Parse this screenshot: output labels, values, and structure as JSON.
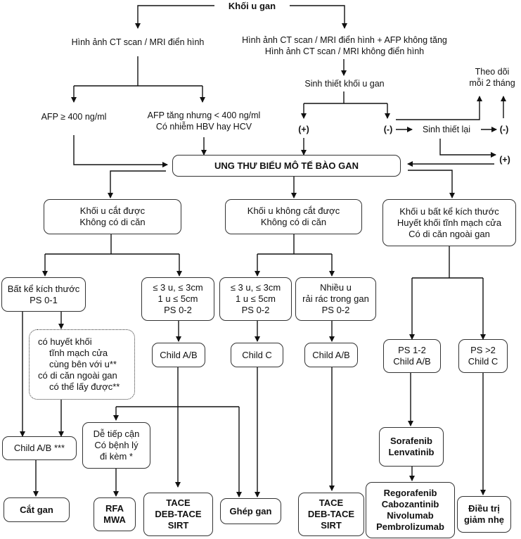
{
  "title": "Khối u gan",
  "imaging_typical": "Hình ảnh CT scan / MRI điển hình",
  "imaging_atypical": [
    "Hình ảnh CT scan / MRI điển hình + AFP không tăng",
    "Hình ảnh CT scan / MRI không điển hình"
  ],
  "afp_high": "AFP ≥ 400 ng/ml",
  "afp_mid": [
    "AFP tăng nhưng < 400 ng/ml",
    "Có nhiễm HBV hay HCV"
  ],
  "biopsy": "Sinh thiết khối u gan",
  "follow_up": [
    "Theo dõi",
    "mỗi 2 tháng"
  ],
  "positive": "(+)",
  "negative": "(-)",
  "rebiopsy": "Sinh thiết lại",
  "rebiopsy_negative": "(-)",
  "rebiopsy_positive": "(+)",
  "diagnosis": "UNG THƯ BIỂU MÔ TẾ BÀO GAN",
  "branch_resectable": [
    "Khối u cắt được",
    "Không có di căn"
  ],
  "branch_unresectable": [
    "Khối u không cắt được",
    "Không có di căn"
  ],
  "branch_advanced": [
    "Khối u bất kể kích thước",
    "Huyết khối tĩnh mạch cửa",
    "Có di căn ngoài gan"
  ],
  "any_size": [
    "Bất kể kích thước",
    "PS 0-1"
  ],
  "small_tumor_a": [
    "≤ 3 u, ≤ 3cm",
    "1 u ≤ 5cm",
    "PS 0-2"
  ],
  "small_tumor_b": [
    "≤ 3 u, ≤ 3cm",
    "1 u ≤ 5cm",
    "PS 0-2"
  ],
  "multiple_tumors": [
    "Nhiều u",
    "rải rác trong gan",
    "PS 0-2"
  ],
  "thrombus_note": [
    "có huyết khối",
    "tĩnh mạch cửa",
    "cùng bên với u**",
    "có di căn ngoài gan",
    "có thể lấy được**"
  ],
  "child_ab_1": "Child A/B",
  "child_c": "Child C",
  "child_ab_2": "Child A/B",
  "ps12": [
    "PS 1-2",
    "Child A/B"
  ],
  "ps2": [
    "PS >2",
    "Child C"
  ],
  "child_ab_resect": "Child A/B ***",
  "accessible": [
    "Dễ tiếp cận",
    "Có bệnh lý",
    "đi kèm *"
  ],
  "targeted_first": [
    "Sorafenib",
    "Lenvatinib"
  ],
  "treatments": {
    "resection": "Cắt gan",
    "ablation": [
      "RFA",
      "MWA"
    ],
    "tace_a": [
      "TACE",
      "DEB-TACE",
      "SIRT"
    ],
    "transplant": "Ghép gan",
    "tace_b": [
      "TACE",
      "DEB-TACE",
      "SIRT"
    ],
    "second_line": [
      "Regorafenib",
      "Cabozantinib",
      "Nivolumab",
      "Pembrolizumab"
    ],
    "palliative": [
      "Điều trị",
      "giảm nhẹ"
    ]
  }
}
